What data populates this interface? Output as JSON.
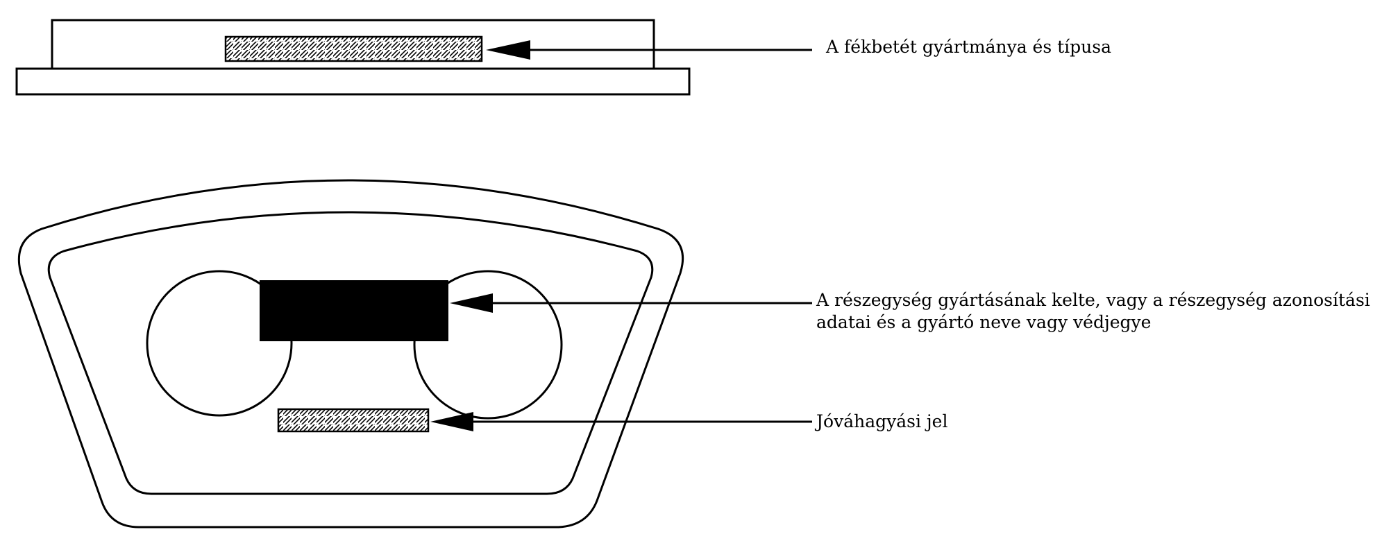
{
  "labels": {
    "pad_make_type": "A fékbetét gyártmánya és típusa",
    "component_line1": "A részegység gyártásának kelte, vagy a részegység azonosítási",
    "component_line2": "adatai és a gyártó neve vagy védjegye",
    "approval_mark": "Jóváhagyási jel"
  },
  "colors": {
    "ink": "#000000",
    "paper": "#ffffff"
  }
}
